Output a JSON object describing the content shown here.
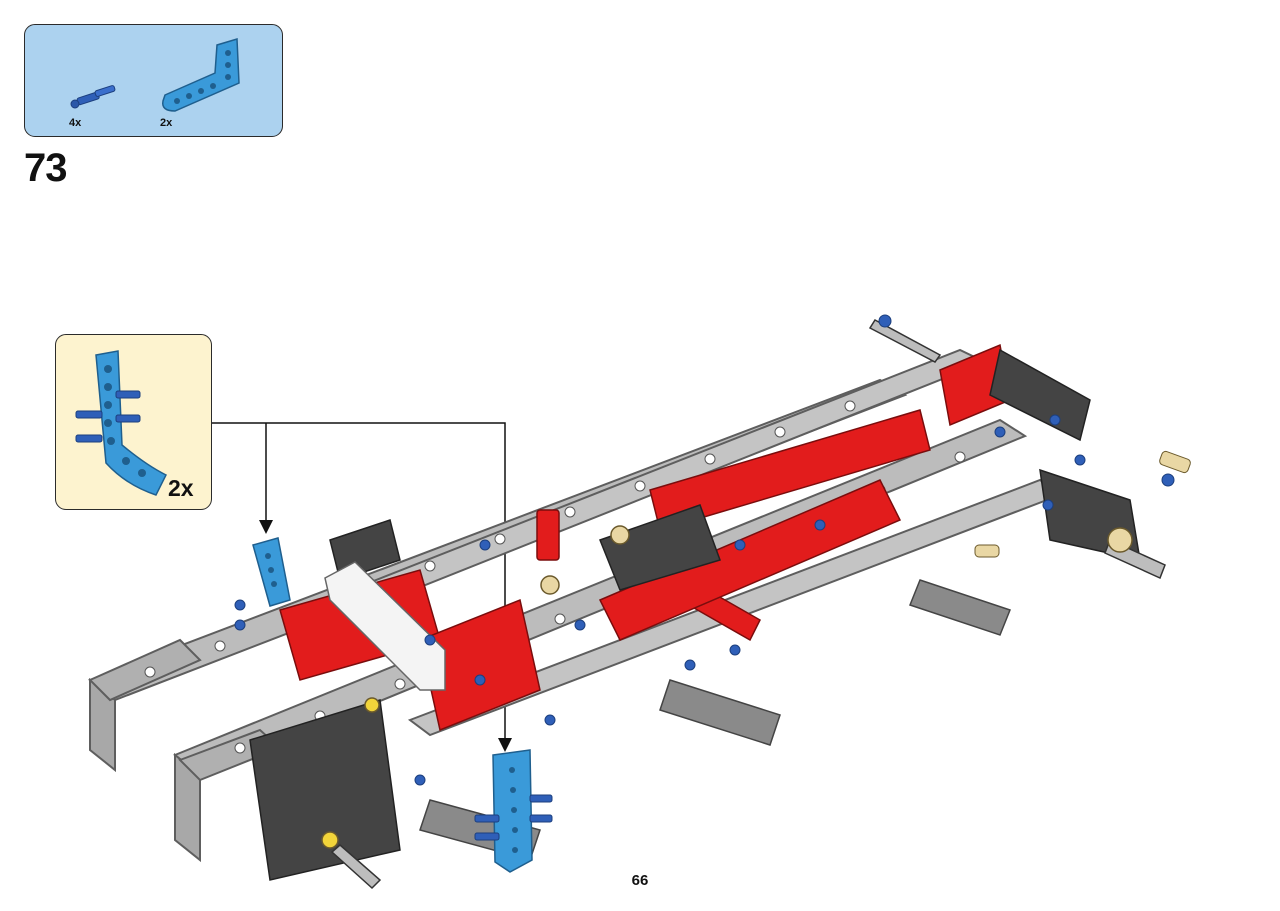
{
  "step": {
    "number": "73"
  },
  "parts_list": {
    "items": [
      {
        "icon": "blue-axle-pin-icon",
        "quantity": "4x",
        "color": "#2f5fb8"
      },
      {
        "icon": "blue-l-beam-icon",
        "quantity": "2x",
        "color": "#3a9ad9"
      }
    ]
  },
  "callout": {
    "quantity": "2x",
    "icon": "blue-l-beam-with-pins-icon"
  },
  "page": {
    "number": "66"
  },
  "colors": {
    "parts_bg": "#acd2ef",
    "callout_bg": "#fdf3cf",
    "frame_gray": "#b9b9b9",
    "accent_red": "#e21c1c",
    "part_blue": "#3a9ad9"
  }
}
